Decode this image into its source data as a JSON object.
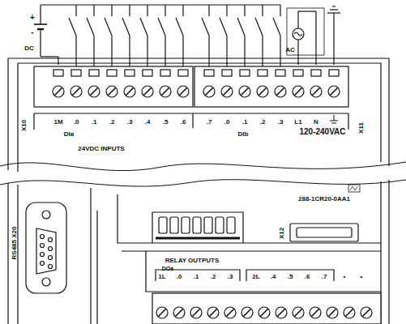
{
  "diagram": {
    "labels": [
      "+",
      "-",
      "DC",
      "AC",
      "1M",
      ".0",
      ".1",
      ".2",
      ".3",
      ".4",
      ".5",
      ".6",
      ".7",
      ".0",
      ".1",
      ".2",
      ".3",
      "L1",
      "N",
      "X10",
      "DIa",
      "24VDC INPUTS",
      "DIb",
      "120-240VAC",
      "X11",
      "288-1CR20-0AA1",
      "RS485 X20",
      "X12",
      "RELAY OUTPUTS",
      "DOa",
      "1L",
      ".0",
      ".1",
      ".2",
      ".3",
      "2L",
      ".4",
      ".5",
      ".6",
      ".7",
      "•",
      "•"
    ]
  }
}
